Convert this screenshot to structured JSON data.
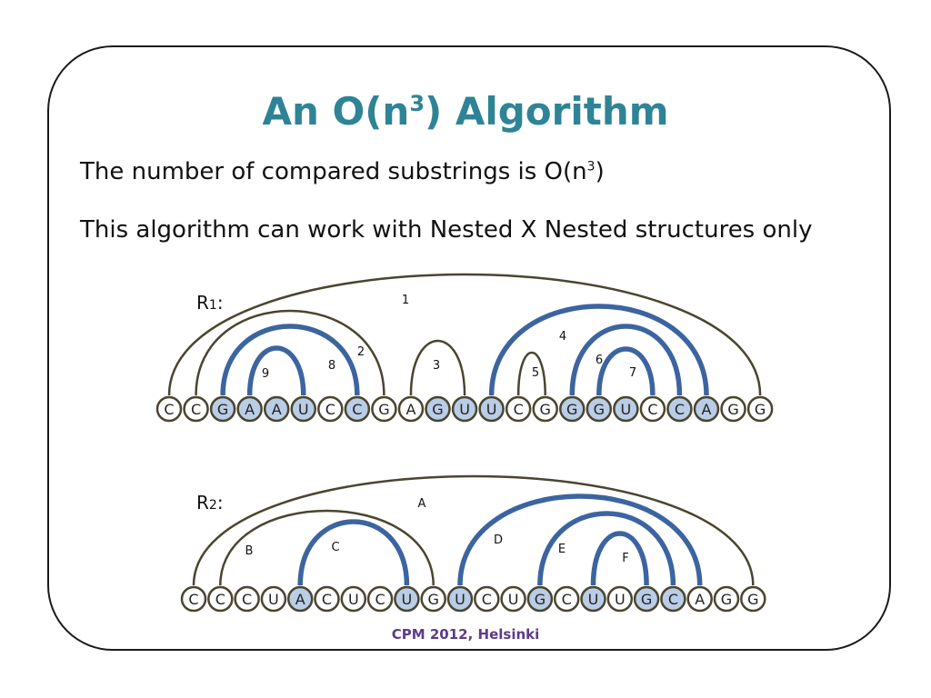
{
  "slide": {
    "title_pre": "An O(n",
    "title_sup": "3",
    "title_post": ") Algorithm",
    "line1_pre": "The number of compared substrings is O(n",
    "line1_sup": "3",
    "line1_post": ")",
    "line2": "This algorithm can work with Nested X Nested structures only",
    "footer": "CPM 2012, Helsinki"
  },
  "colors": {
    "title": "#2e8496",
    "arc_outer": "#4a4530",
    "arc_nested": "#3c64a0",
    "highlight_fill": "#b9cde6",
    "footer": "#5e3a8c"
  },
  "structures": [
    {
      "id": "R1",
      "label_main": "R",
      "label_sub": "1",
      "label_colon": ":",
      "sequence": [
        "C",
        "C",
        "G",
        "A",
        "A",
        "U",
        "C",
        "C",
        "G",
        "A",
        "G",
        "U",
        "U",
        "C",
        "G",
        "G",
        "G",
        "U",
        "C",
        "C",
        "A",
        "G",
        "G"
      ],
      "highlighted": [
        2,
        3,
        4,
        5,
        7,
        10,
        11,
        12,
        15,
        16,
        17,
        19,
        20
      ],
      "arcs": [
        {
          "name": "1",
          "i": 0,
          "j": 22,
          "kind": "outer"
        },
        {
          "name": "2",
          "i": 1,
          "j": 8,
          "kind": "outer"
        },
        {
          "name": "8",
          "i": 2,
          "j": 7,
          "kind": "nested"
        },
        {
          "name": "9",
          "i": 3,
          "j": 5,
          "kind": "nested"
        },
        {
          "name": "3",
          "i": 9,
          "j": 11,
          "kind": "outer"
        },
        {
          "name": "4",
          "i": 12,
          "j": 20,
          "kind": "nested"
        },
        {
          "name": "5",
          "i": 13,
          "j": 14,
          "kind": "outer"
        },
        {
          "name": "6",
          "i": 15,
          "j": 19,
          "kind": "nested"
        },
        {
          "name": "7",
          "i": 16,
          "j": 18,
          "kind": "nested"
        }
      ]
    },
    {
      "id": "R2",
      "label_main": "R",
      "label_sub": "2",
      "label_colon": ":",
      "sequence": [
        "C",
        "C",
        "C",
        "U",
        "A",
        "C",
        "U",
        "C",
        "U",
        "G",
        "U",
        "C",
        "U",
        "G",
        "C",
        "U",
        "U",
        "G",
        "C",
        "A",
        "G",
        "G"
      ],
      "highlighted": [
        4,
        8,
        10,
        13,
        15,
        17,
        18
      ],
      "arcs": [
        {
          "name": "A",
          "i": 0,
          "j": 21,
          "kind": "outer"
        },
        {
          "name": "B",
          "i": 1,
          "j": 9,
          "kind": "outer"
        },
        {
          "name": "C",
          "i": 4,
          "j": 8,
          "kind": "nested"
        },
        {
          "name": "D",
          "i": 10,
          "j": 19,
          "kind": "nested"
        },
        {
          "name": "E",
          "i": 13,
          "j": 18,
          "kind": "nested"
        },
        {
          "name": "F",
          "i": 15,
          "j": 17,
          "kind": "nested"
        }
      ]
    }
  ]
}
